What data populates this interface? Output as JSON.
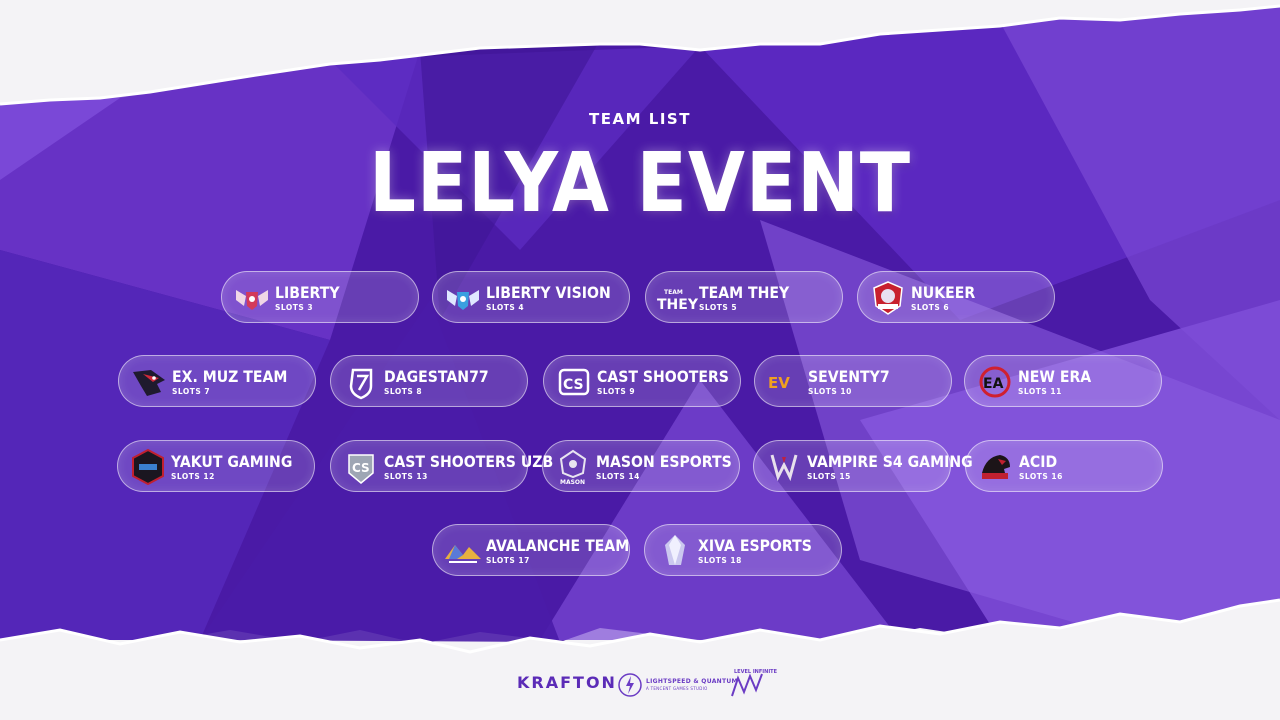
{
  "header": {
    "subtitle": "TEAM LIST",
    "title": "LELYA EVENT"
  },
  "colors": {
    "purple_dark": "#3d1594",
    "purple_mid": "#5a27c2",
    "purple_light": "#8e5ee0",
    "paper": "#f4f3f6"
  },
  "teams": [
    {
      "name": "LIBERTY",
      "slot": "SLOTS 3",
      "icon": "winged-shield-icon"
    },
    {
      "name": "LIBERTY VISION",
      "slot": "SLOTS 4",
      "icon": "winged-shield-icon"
    },
    {
      "name": "TEAM THEY",
      "slot": "SLOTS 5",
      "icon": "team-they-logo-icon"
    },
    {
      "name": "NUKEER",
      "slot": "SLOTS 6",
      "icon": "mascot-badge-icon"
    },
    {
      "name": "EX. MUZ TEAM",
      "slot": "SLOTS 7",
      "icon": "eagle-head-icon"
    },
    {
      "name": "DAGESTAN77",
      "slot": "SLOTS 8",
      "icon": "shield-emblem-icon"
    },
    {
      "name": "CAST SHOOTERS",
      "slot": "SLOTS 9",
      "icon": "cs-monogram-icon"
    },
    {
      "name": "SEVENTY7",
      "slot": "SLOTS 10",
      "icon": "ev-monogram-icon"
    },
    {
      "name": "NEW ERA",
      "slot": "SLOTS 11",
      "icon": "ne-monogram-icon"
    },
    {
      "name": "YAKUT GAMING",
      "slot": "SLOTS 12",
      "icon": "hex-badge-icon"
    },
    {
      "name": "CAST SHOOTERS UZB",
      "slot": "SLOTS 13",
      "icon": "cs-shield-icon"
    },
    {
      "name": "MASON ESPORTS",
      "slot": "SLOTS 14",
      "icon": "mason-crest-icon"
    },
    {
      "name": "VAMPIRE S4 GAMING",
      "slot": "SLOTS 15",
      "icon": "vampire-crest-icon"
    },
    {
      "name": "ACID",
      "slot": "SLOTS 16",
      "icon": "acid-mascot-icon"
    },
    {
      "name": "AVALANCHE TEAM",
      "slot": "SLOTS 17",
      "icon": "mountain-logo-icon"
    },
    {
      "name": "XIVA ESPORTS",
      "slot": "SLOTS 18",
      "icon": "crystal-logo-icon"
    }
  ],
  "footer": {
    "brand": "KRAFTON",
    "studio": "LIGHTSPEED & QUANTUM",
    "studio_sub": "A TENCENT GAMES STUDIO",
    "level": "LEVEL INFINITE"
  }
}
